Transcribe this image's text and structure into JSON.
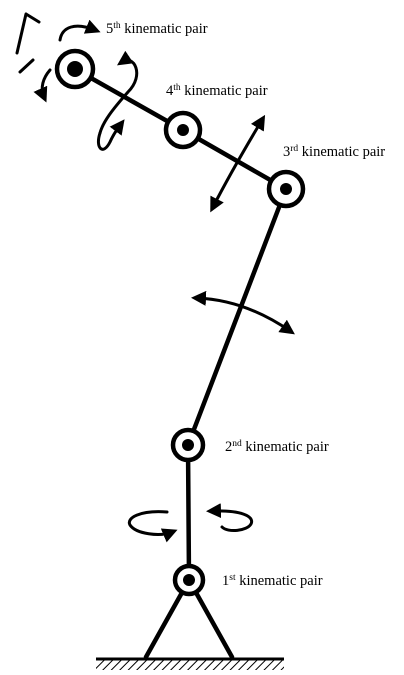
{
  "labels": {
    "pair1": {
      "num": "1",
      "suffix": "st",
      "text": " kinematic pair"
    },
    "pair2": {
      "num": "2",
      "suffix": "nd",
      "text": " kinematic pair"
    },
    "pair3": {
      "num": "3",
      "suffix": "rd",
      "text": " kinematic pair"
    },
    "pair4": {
      "num": "4",
      "suffix": "th",
      "text": " kinematic pair"
    },
    "pair5": {
      "num": "5",
      "suffix": "th",
      "text": " kinematic pair"
    }
  },
  "colors": {
    "ink": "#000000",
    "background": "#ffffff"
  }
}
